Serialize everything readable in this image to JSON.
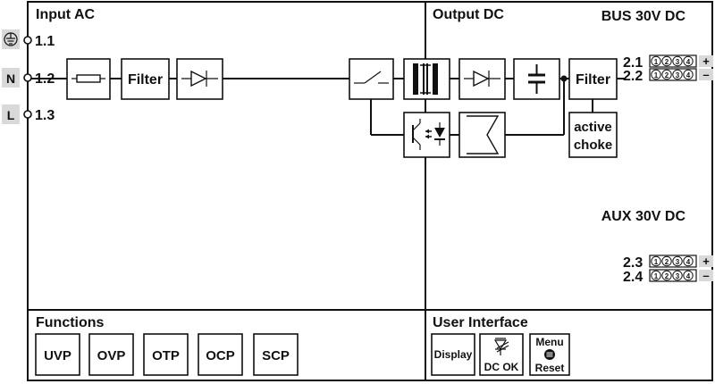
{
  "sections": {
    "input": "Input AC",
    "output": "Output DC",
    "functions": "Functions",
    "user_interface": "User Interface"
  },
  "bus_label": "BUS 30V DC",
  "aux_label": "AUX 30V DC",
  "input_terminals": [
    {
      "tag": "",
      "number": "1.1",
      "icon": "ground-icon"
    },
    {
      "tag": "N",
      "number": "1.2"
    },
    {
      "tag": "L",
      "number": "1.3"
    }
  ],
  "blocks": {
    "input_filter": "Filter",
    "output_filter": "Filter",
    "active_choke_line1": "active",
    "active_choke_line2": "choke"
  },
  "output_terminals": [
    {
      "number": "2.1",
      "pins": [
        "1",
        "2",
        "3",
        "4"
      ],
      "sign": "+"
    },
    {
      "number": "2.2",
      "pins": [
        "1",
        "2",
        "3",
        "4"
      ],
      "sign": "–"
    },
    {
      "number": "2.3",
      "pins": [
        "1",
        "2",
        "3",
        "4"
      ],
      "sign": "+"
    },
    {
      "number": "2.4",
      "pins": [
        "1",
        "2",
        "3",
        "4"
      ],
      "sign": "–"
    }
  ],
  "functions": [
    "UVP",
    "OVP",
    "OTP",
    "OCP",
    "SCP"
  ],
  "ui_controls": {
    "display": "Display",
    "dc_ok": "DC OK",
    "menu": "Menu",
    "reset": "Reset"
  }
}
